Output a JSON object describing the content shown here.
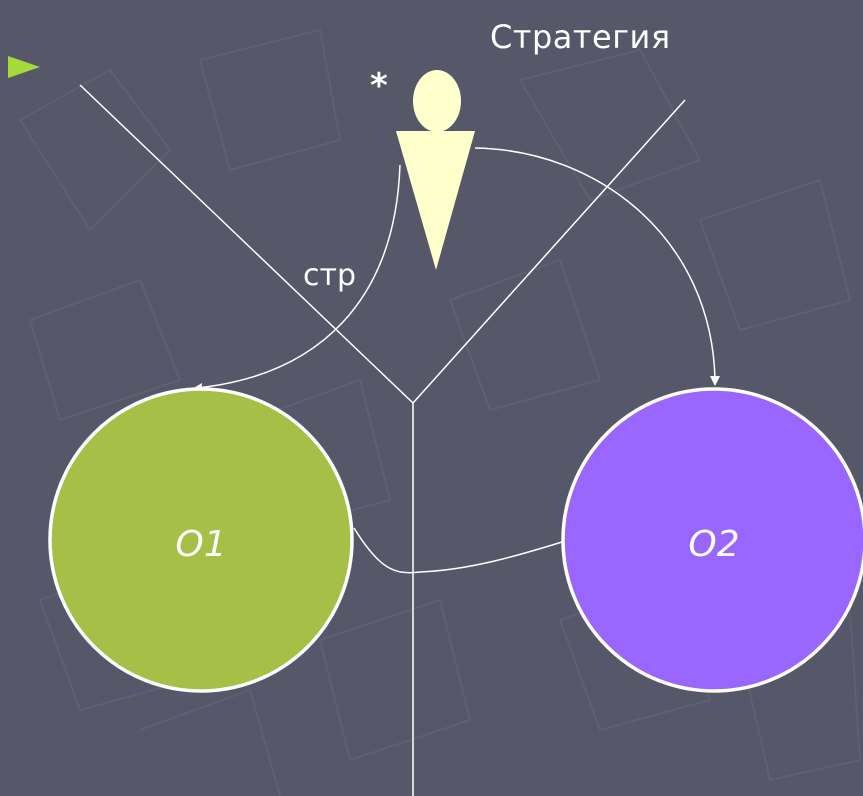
{
  "slide": {
    "title": "Стратегия",
    "star_mark": "*",
    "edge_label": "стр",
    "bullet_icon": "triangle-bullet-icon"
  },
  "nodes": [
    {
      "id": "o1",
      "label": "O1",
      "color": "#a6bf47"
    },
    {
      "id": "o2",
      "label": "O2",
      "color": "#9966ff"
    }
  ],
  "person_figure": {
    "icon": "person-icon",
    "color": "#ffffcc"
  },
  "colors": {
    "background": "#565869",
    "bullet": "#a6d93a",
    "lines": "#ffffff"
  }
}
